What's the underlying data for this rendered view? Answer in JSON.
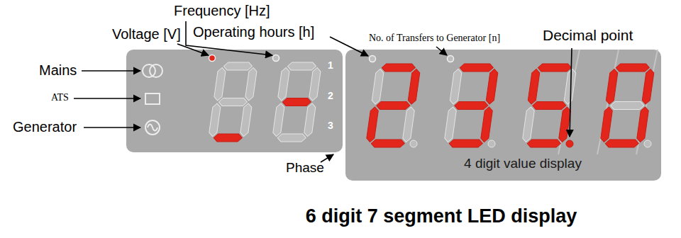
{
  "diagram": {
    "caption": "6 digit 7 segment LED display",
    "nodes": [
      {
        "text": [
          "1",
          "2",
          "3"
        ]
      },
      {
        "text": [
          "4 digit value display"
        ]
      }
    ],
    "labels": [
      "Frequency [Hz]",
      "Voltage [V]",
      "Operating hours [h]",
      "No. of Transfers to Generator [n]",
      "Decimal point",
      "Mains",
      "ATS",
      "Generator",
      "Phase"
    ]
  }
}
